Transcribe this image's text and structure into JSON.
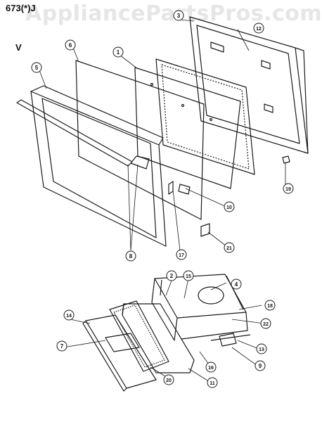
{
  "header": {
    "model": "673(*)J",
    "watermark": "AppliancePartsPros.com",
    "section": "V"
  },
  "parts": [
    {
      "id": "p1",
      "label": "1"
    },
    {
      "id": "p2",
      "label": "2"
    },
    {
      "id": "p3",
      "label": "3"
    },
    {
      "id": "p4",
      "label": "4"
    },
    {
      "id": "p5",
      "label": "5"
    },
    {
      "id": "p6",
      "label": "6"
    },
    {
      "id": "p7",
      "label": "7"
    },
    {
      "id": "p8",
      "label": "8"
    },
    {
      "id": "p9",
      "label": "9"
    },
    {
      "id": "p10",
      "label": "10"
    },
    {
      "id": "p11",
      "label": "11"
    },
    {
      "id": "p13",
      "label": "13"
    },
    {
      "id": "p14",
      "label": "14"
    },
    {
      "id": "p15",
      "label": "15"
    },
    {
      "id": "p16",
      "label": "16"
    },
    {
      "id": "p17",
      "label": "17"
    },
    {
      "id": "p18",
      "label": "18"
    },
    {
      "id": "p19",
      "label": "19"
    },
    {
      "id": "p20",
      "label": "20"
    },
    {
      "id": "p21",
      "label": "21"
    },
    {
      "id": "p22",
      "label": "22"
    },
    {
      "id": "p12",
      "label": "12"
    }
  ]
}
